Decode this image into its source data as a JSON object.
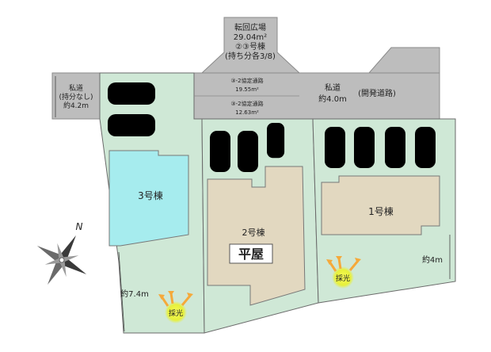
{
  "turnaround": {
    "line1": "転回広場",
    "line2": "29.04m²",
    "line3": "②③号棟",
    "line4": "(持ち分各3/8)"
  },
  "private_road_left": {
    "line1": "私道",
    "line2": "(持分なし)",
    "line3": "約4.2m"
  },
  "private_road_right": {
    "line1": "私道",
    "line2": "約4.0m",
    "line3": "(開発道路)"
  },
  "agreement_road_1": {
    "line1": "③-2協定通路",
    "line2": "19.55m²"
  },
  "agreement_road_2": {
    "line1": "③-2協定通路",
    "line2": "12.63m²"
  },
  "buildings": {
    "house3": "3号棟",
    "house2": "2号棟",
    "house2_badge": "平屋",
    "house1": "1号棟"
  },
  "dimensions": {
    "left_width": "約7.4m",
    "right_width": "約4m"
  },
  "daylight_label": "採光",
  "compass_label": "N",
  "colors": {
    "lot_green": "#cfe8d6",
    "house3_fill": "#a6ecee",
    "house_fill": "#e2d8c0",
    "road_gray": "#bdbdbd",
    "glow_yellow": "#f1f64a",
    "arrow_orange": "#f5a93a"
  }
}
